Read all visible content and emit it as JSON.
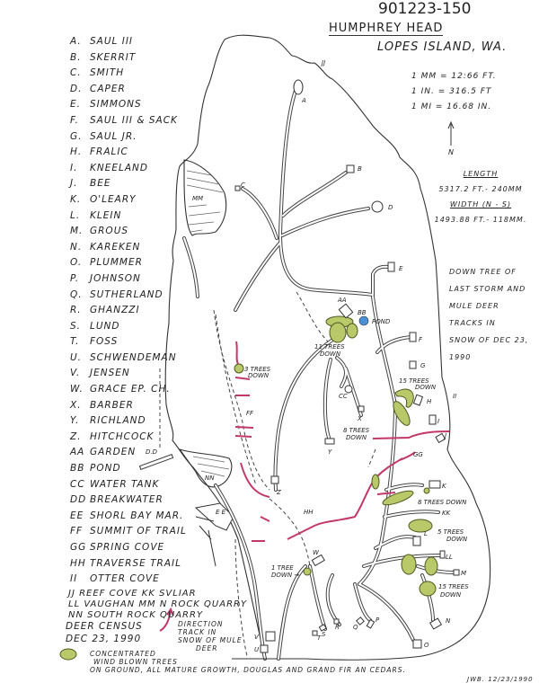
{
  "header": {
    "doc_number": "901223-150",
    "title": "HUMPHREY HEAD",
    "subtitle": "LOPES ISLAND, WA."
  },
  "scale": [
    "1 MM = 12:66 FT.",
    "1 IN. = 316.5 FT",
    "1 MI = 16.68 IN."
  ],
  "north_label": "N",
  "dimensions": {
    "length_label": "LENGTH",
    "length_value": "5317.2 FT.- 240MM",
    "width_label": "WIDTH (N - S)",
    "width_value": "1493.88 FT.- 118MM."
  },
  "note": [
    "DOWN TREE OF",
    "LAST STORM AND",
    "MULE DEER",
    "TRACKS IN",
    "SNOW OF DEC 23,",
    "1990"
  ],
  "legend": [
    {
      "key": "A.",
      "name": "SAUL III"
    },
    {
      "key": "B.",
      "name": "SKERRIT"
    },
    {
      "key": "C.",
      "name": "SMITH"
    },
    {
      "key": "D.",
      "name": "CAPER"
    },
    {
      "key": "E.",
      "name": "SIMMONS"
    },
    {
      "key": "F.",
      "name": "SAUL III & SACK"
    },
    {
      "key": "G.",
      "name": "SAUL JR."
    },
    {
      "key": "H.",
      "name": "FRALIC"
    },
    {
      "key": "I.",
      "name": "KNEELAND"
    },
    {
      "key": "J.",
      "name": "BEE"
    },
    {
      "key": "K.",
      "name": "O'LEARY"
    },
    {
      "key": "L.",
      "name": "KLEIN"
    },
    {
      "key": "M.",
      "name": "GROUS"
    },
    {
      "key": "N.",
      "name": "KAREKEN"
    },
    {
      "key": "O.",
      "name": "PLUMMER"
    },
    {
      "key": "P.",
      "name": "JOHNSON"
    },
    {
      "key": "Q.",
      "name": "SUTHERLAND"
    },
    {
      "key": "R.",
      "name": "GHANZZI"
    },
    {
      "key": "S.",
      "name": "LUND"
    },
    {
      "key": "T.",
      "name": "FOSS"
    },
    {
      "key": "U.",
      "name": "SCHWENDEMAN"
    },
    {
      "key": "V.",
      "name": "JENSEN"
    },
    {
      "key": "W.",
      "name": "GRACE EP. CH."
    },
    {
      "key": "X.",
      "name": "BARBER"
    },
    {
      "key": "Y.",
      "name": "RICHLAND"
    },
    {
      "key": "Z.",
      "name": "HITCHCOCK"
    },
    {
      "key": "AA",
      "name": "GARDEN"
    },
    {
      "key": "BB",
      "name": "POND"
    },
    {
      "key": "CC",
      "name": "WATER TANK"
    },
    {
      "key": "DD",
      "name": "BREAKWATER"
    },
    {
      "key": "EE",
      "name": "SHORL BAY MAR."
    },
    {
      "key": "FF",
      "name": "SUMMIT OF TRAIL"
    },
    {
      "key": "GG",
      "name": "SPRING COVE"
    },
    {
      "key": "HH",
      "name": "TRAVERSE TRAIL"
    },
    {
      "key": "II",
      "name": "OTTER COVE"
    }
  ],
  "legend_extra": [
    "JJ  REEF COVE   KK SVLIAR",
    "LL VAUGHAN   MM N ROCK QUARRY",
    "NN SOUTH ROCK QUARRY"
  ],
  "census": {
    "line1": "DEER CENSUS",
    "line2": "DEC 23, 1990"
  },
  "track_key": [
    "DIRECTION",
    "TRACK IN",
    "SNOW OF MULE",
    "DEER"
  ],
  "trees_key": [
    "CONCENTRATED",
    "WIND BLOWN TREES",
    "ON GROUND, ALL MATURE GROWTH, DOUGLAS AND GRAND FIR AN CEDARS."
  ],
  "signature": "JWB.  12/23/1990",
  "map_labels": {
    "JJ": "JJ",
    "A": "A",
    "B": "B",
    "C": "C",
    "D": "D",
    "E": "E",
    "F": "F",
    "G": "G",
    "H": "H",
    "I": "I",
    "J": "J",
    "K": "K",
    "L": "L",
    "M": "M",
    "N": "N",
    "O": "O",
    "P": "P",
    "Q": "Q",
    "R": "R",
    "S": "S",
    "T": "T",
    "U": "U",
    "V": "V",
    "W": "W",
    "X": "X",
    "Y": "Y",
    "Z": "Z",
    "AA": "AA",
    "BB": "BB",
    "POND": "POND",
    "CC": "CC",
    "DD": "D.D",
    "EE": "E E",
    "FF": "FF",
    "GG": "GG",
    "HH": "HH",
    "II": "II",
    "KK": "KK",
    "LL": "LL",
    "MM": "MM",
    "NN": "NN",
    "t11a": "11 TREES",
    "t11b": "DOWN",
    "t3a": "3 TREES",
    "t3b": "DOWN",
    "t15a": "15 TREES",
    "t15b": "DOWN",
    "t8a": "8 TREES",
    "t8b": "DOWN",
    "t8k": "8 TREES DOWN",
    "t5a": "5 TREES",
    "t5b": "DOWN",
    "t15ca": "15 TREES",
    "t15cb": "DOWN",
    "t1a": "1 TREE",
    "t1b": "DOWN →"
  },
  "colors": {
    "track": "#c2386b",
    "trees": "#b9c96a",
    "pond": "#4a90d9"
  }
}
